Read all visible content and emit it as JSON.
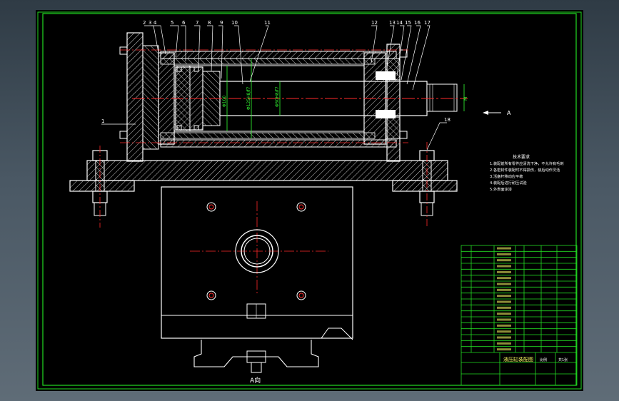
{
  "balloons": [
    "2",
    "3",
    "4",
    "5",
    "6",
    "7",
    "8",
    "9",
    "10",
    "11",
    "12",
    "13",
    "14",
    "15",
    "16",
    "17",
    "1",
    "18"
  ],
  "view_label": "A向",
  "arrow_label": "A",
  "notes": {
    "title": "技术要求",
    "lines": [
      "1.装配前所有零件应清洗干净，不允许有毛刺",
      "2.各密封件装配时不得损伤，装后动作灵活",
      "3.活塞杆移动应平稳",
      "4.装配后进行耐压试验",
      "5.外表面涂漆"
    ]
  },
  "dims": [
    "Φ100",
    "Φ125H8/f7",
    "Φ50H8/f7",
    "M"
  ],
  "title_block": {
    "drawing_title": "液压缸装配图",
    "scale_label": "比例",
    "sheet_label": "共1张"
  },
  "colors": {
    "outline": "#ffffff",
    "hatch": "#ffffff",
    "center": "#ff2a2a",
    "dim": "#33ff33",
    "annot": "#ffffff",
    "frame": "#22dd22",
    "part": "#ffff66"
  }
}
